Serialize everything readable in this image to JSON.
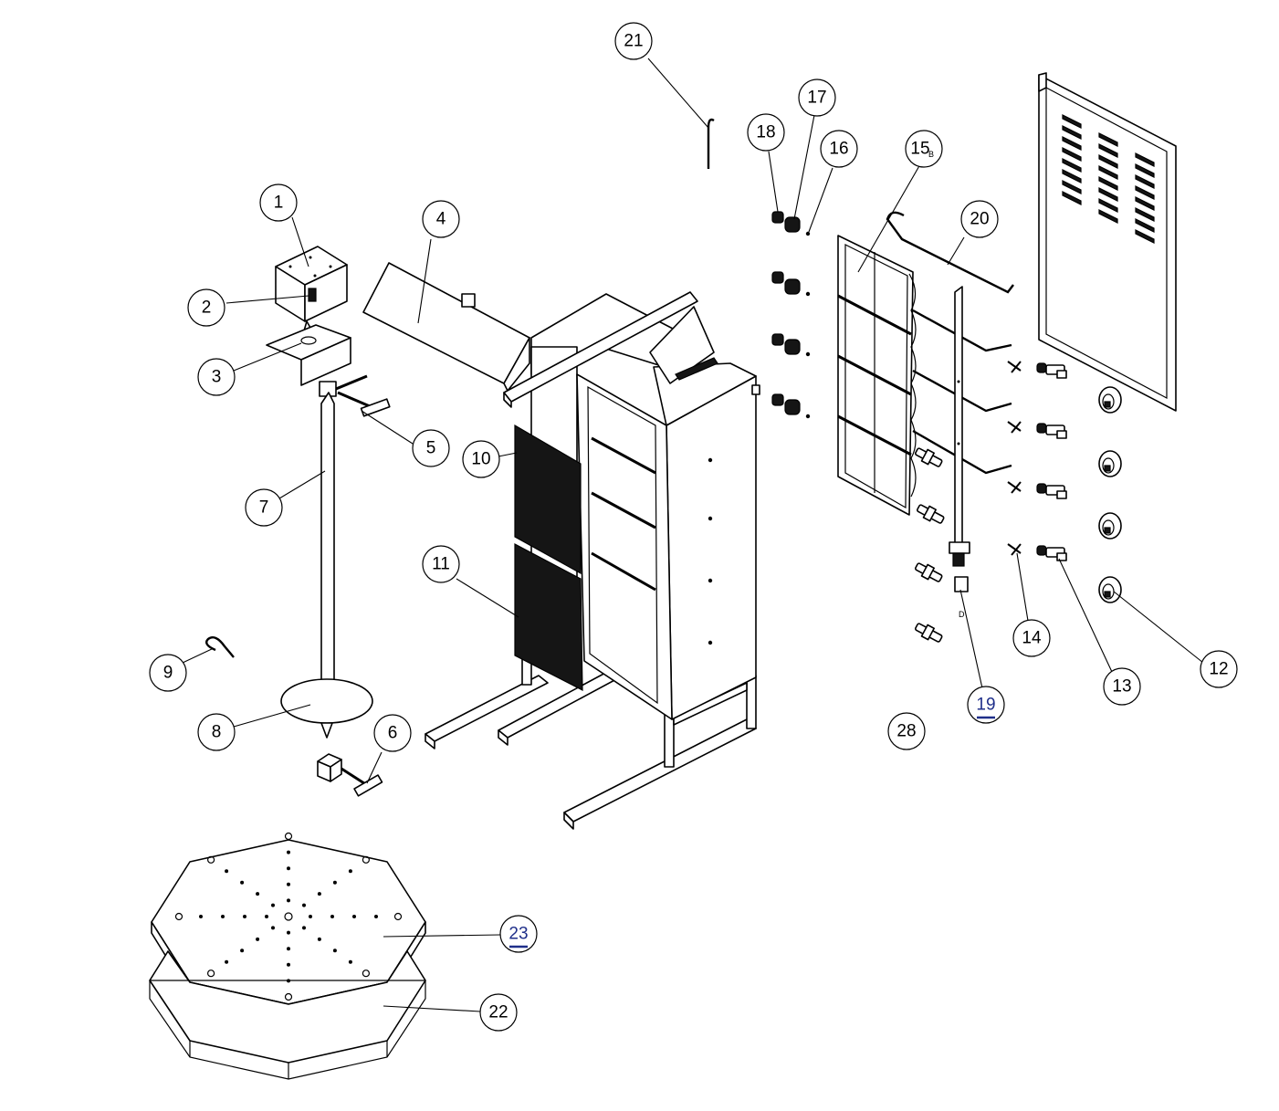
{
  "diagram": {
    "callouts": [
      {
        "id": "1",
        "label": "1",
        "link": false
      },
      {
        "id": "2",
        "label": "2",
        "link": false
      },
      {
        "id": "3",
        "label": "3",
        "link": false
      },
      {
        "id": "4",
        "label": "4",
        "link": false
      },
      {
        "id": "5",
        "label": "5",
        "link": false
      },
      {
        "id": "6",
        "label": "6",
        "link": false
      },
      {
        "id": "7",
        "label": "7",
        "link": false
      },
      {
        "id": "8",
        "label": "8",
        "link": false
      },
      {
        "id": "9",
        "label": "9",
        "link": false
      },
      {
        "id": "10",
        "label": "10",
        "link": false
      },
      {
        "id": "11",
        "label": "11",
        "link": false
      },
      {
        "id": "12",
        "label": "12",
        "link": false
      },
      {
        "id": "13",
        "label": "13",
        "link": false
      },
      {
        "id": "14",
        "label": "14",
        "link": false
      },
      {
        "id": "15",
        "label": "15",
        "sub": "B",
        "link": false
      },
      {
        "id": "16",
        "label": "16",
        "link": false
      },
      {
        "id": "17",
        "label": "17",
        "link": false
      },
      {
        "id": "18",
        "label": "18",
        "link": false
      },
      {
        "id": "19",
        "label": "19",
        "link": true
      },
      {
        "id": "20",
        "label": "20",
        "link": false
      },
      {
        "id": "21",
        "label": "21",
        "link": false
      },
      {
        "id": "22",
        "label": "22",
        "link": false
      },
      {
        "id": "23",
        "label": "23",
        "link": true
      },
      {
        "id": "28",
        "label": "28",
        "link": false
      }
    ],
    "small_marks": {
      "valve_stem_letter": "D"
    },
    "colors": {
      "line": "#000000",
      "background": "#ffffff",
      "link_label": "#1f2f8a"
    }
  }
}
